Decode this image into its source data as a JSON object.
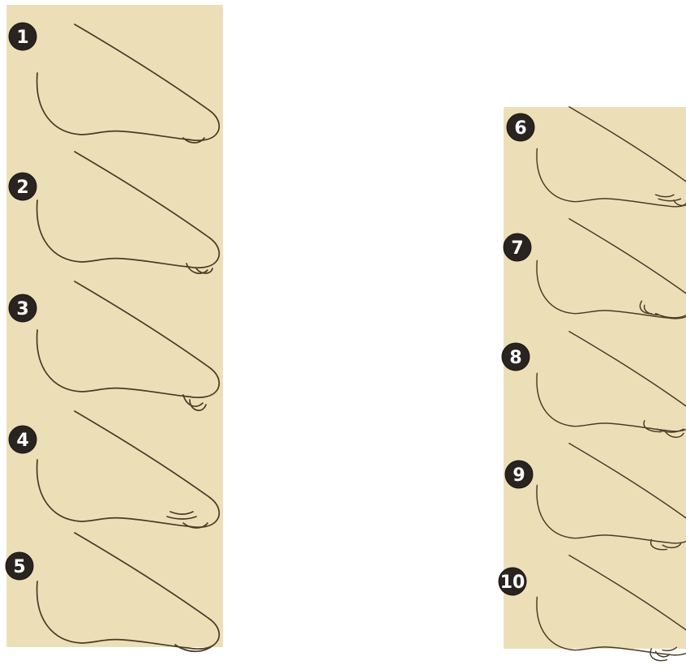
{
  "figures": [
    {
      "number": "1"
    },
    {
      "number": "2"
    },
    {
      "number": "3"
    },
    {
      "number": "4"
    },
    {
      "number": "5"
    },
    {
      "number": "6"
    },
    {
      "number": "7"
    },
    {
      "number": "8"
    },
    {
      "number": "9"
    },
    {
      "number": "10"
    }
  ],
  "colors": {
    "paper": "#ecdfb8",
    "ink": "#4a3a25",
    "badge": "#2a2420"
  }
}
